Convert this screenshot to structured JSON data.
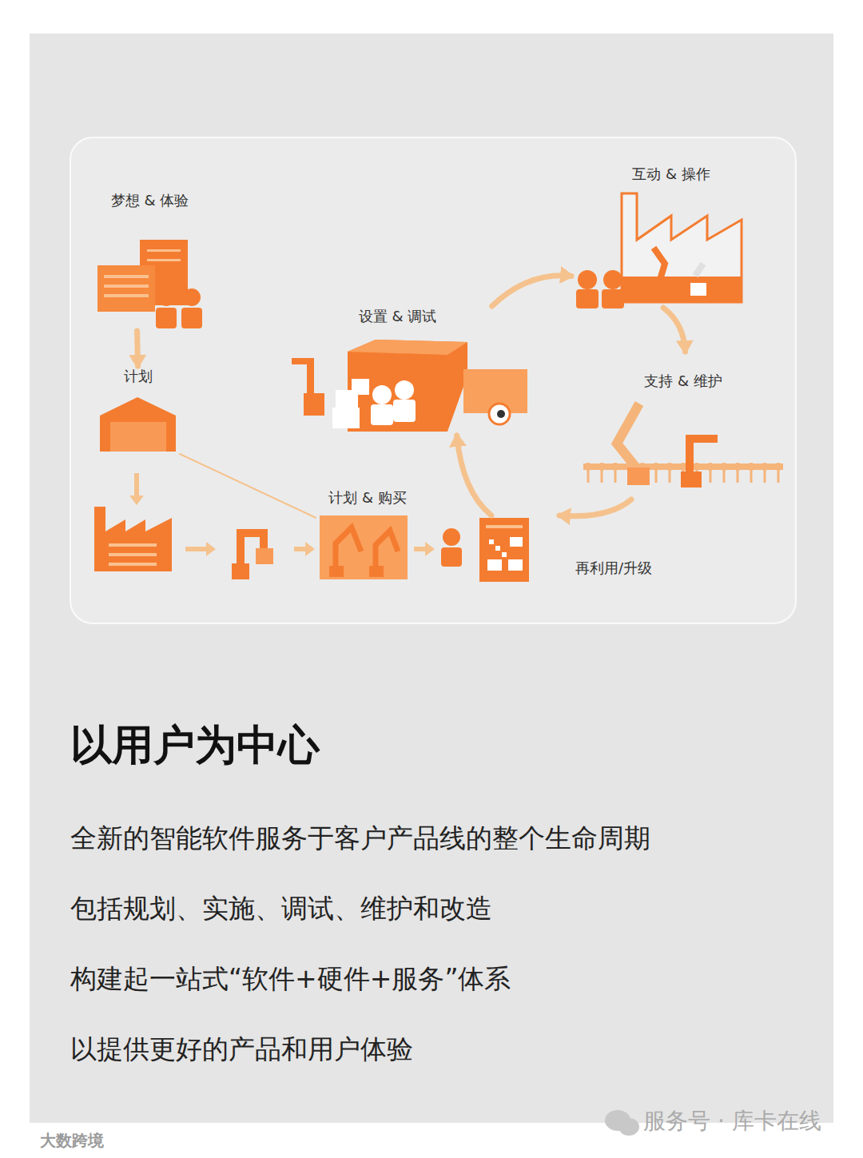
{
  "diagram": {
    "title": "以用户为中心",
    "nodes": [
      {
        "text": [
          "梦想 & 体验"
        ]
      },
      {
        "text": [
          "计划"
        ]
      },
      {
        "text": [
          "计划 & 购买"
        ]
      },
      {
        "text": [
          "设置 & 调试"
        ]
      },
      {
        "text": [
          "互动 & 操作"
        ]
      },
      {
        "text": [
          "支持 & 维护"
        ]
      },
      {
        "text": [
          "再利用/升级"
        ]
      }
    ],
    "edges": [
      {
        "from": 0,
        "to": 1,
        "arrow": "to"
      },
      {
        "from": 1,
        "to": 2,
        "arrow": "none"
      },
      {
        "from": 6,
        "to": 3,
        "arrow": "to"
      },
      {
        "from": 3,
        "to": 4,
        "arrow": "to"
      },
      {
        "from": 4,
        "to": 5,
        "arrow": "to"
      },
      {
        "from": 5,
        "to": 6,
        "arrow": "to"
      }
    ],
    "labels": [
      "全新的智能软件服务于客户产品线的整个生命周期",
      "包括规划、实施、调试、维护和改造",
      "构建起一站式“软件+硬件+服务”体系",
      "以提供更好的产品和用户体验",
      "服务号 · 库卡在线",
      "大数跨境"
    ]
  }
}
